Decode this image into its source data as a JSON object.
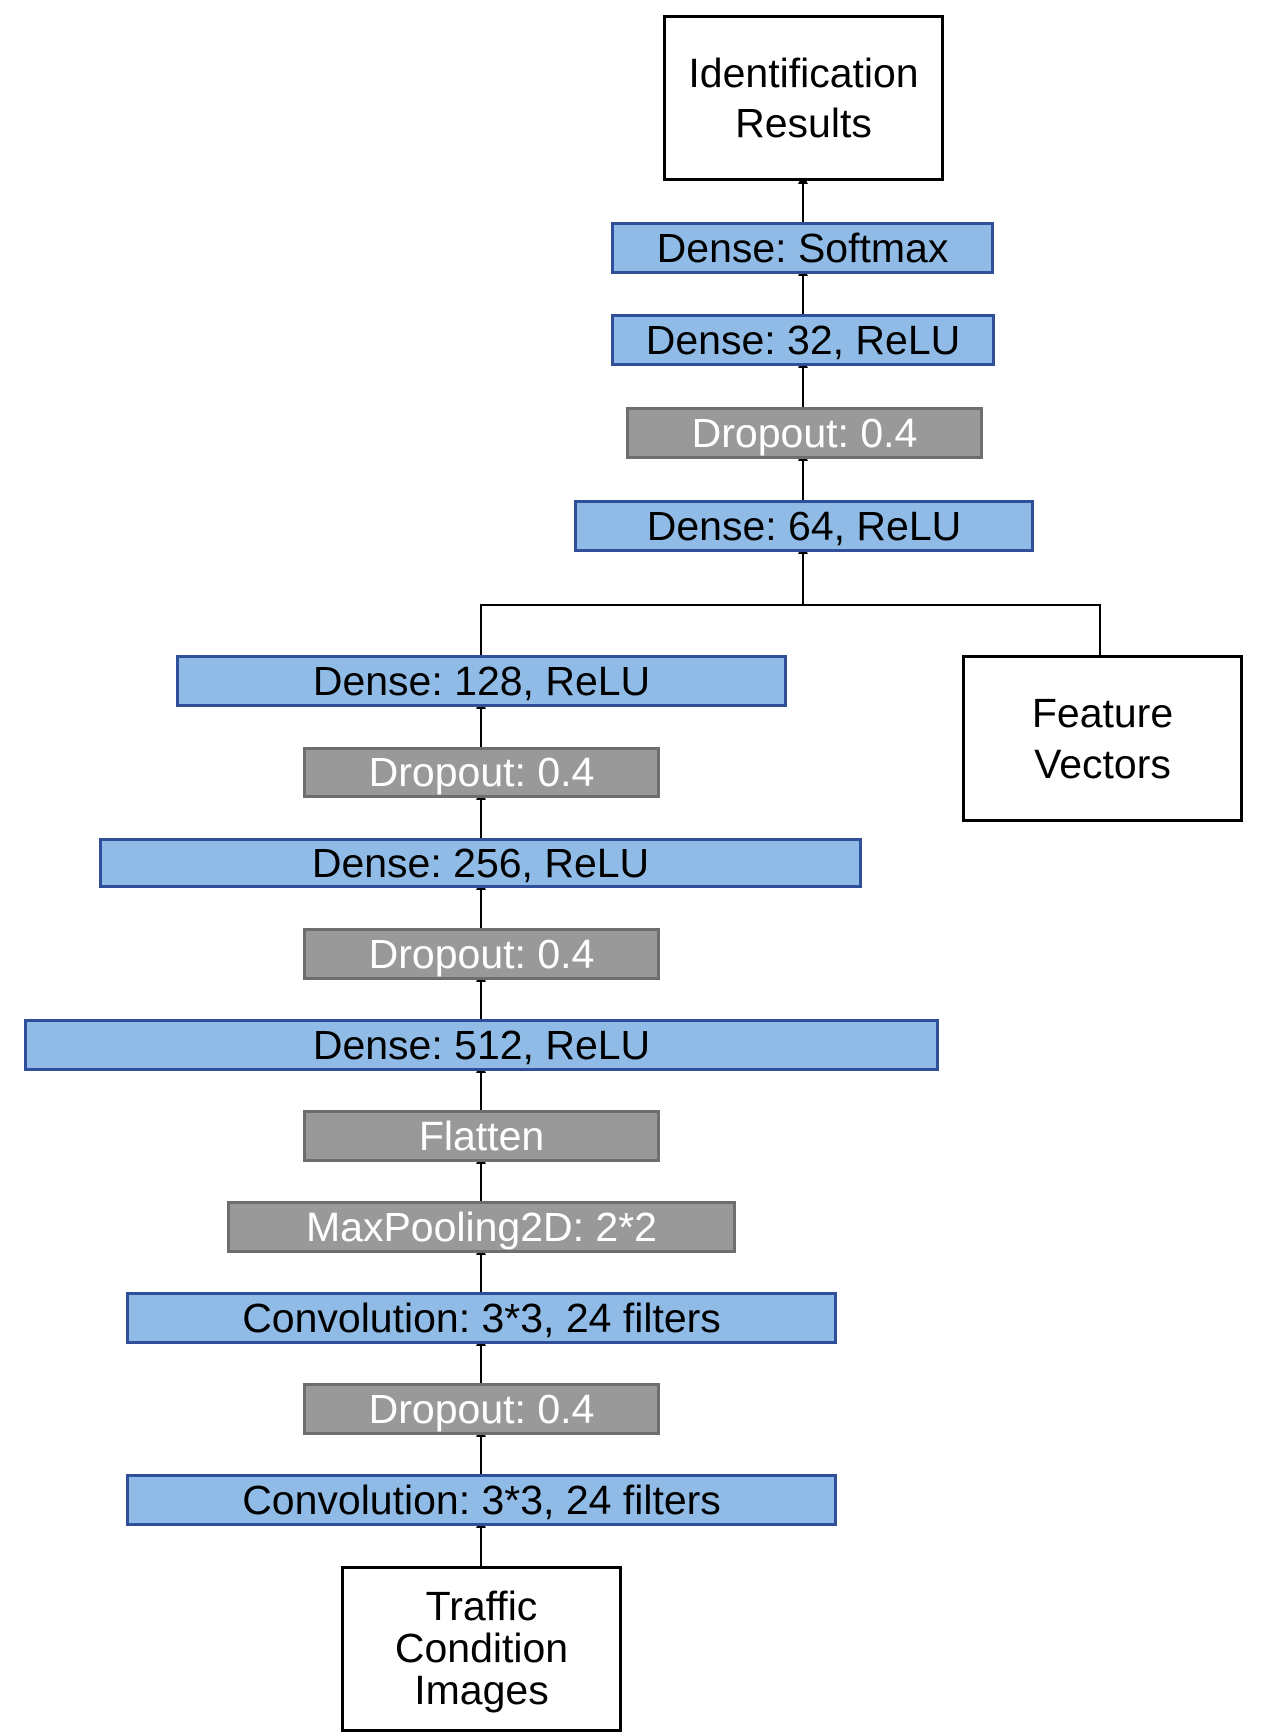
{
  "nodes": {
    "identification_results": [
      "Identification",
      "Results"
    ],
    "dense_softmax": "Dense: Softmax",
    "dense_32": "Dense: 32, ReLU",
    "dropout_top": "Dropout: 0.4",
    "dense_64": "Dense: 64, ReLU",
    "dense_128": "Dense: 128, ReLU",
    "feature_vectors": [
      "Feature",
      "Vectors"
    ],
    "dropout_3": "Dropout: 0.4",
    "dense_256": "Dense: 256, ReLU",
    "dropout_2": "Dropout: 0.4",
    "dense_512": "Dense: 512, ReLU",
    "flatten": "Flatten",
    "maxpooling": "MaxPooling2D: 2*2",
    "conv_2": "Convolution: 3*3, 24 filters",
    "dropout_1": "Dropout: 0.4",
    "conv_1": "Convolution: 3*3, 24 filters",
    "traffic_images": [
      "Traffic",
      "Condition",
      "Images"
    ]
  },
  "colors": {
    "dense_fill": "#8fbbe6",
    "dense_border": "#2f4f9a",
    "dropout_fill": "#999999",
    "dropout_border": "#6e6e6e",
    "io_border": "#000000"
  }
}
